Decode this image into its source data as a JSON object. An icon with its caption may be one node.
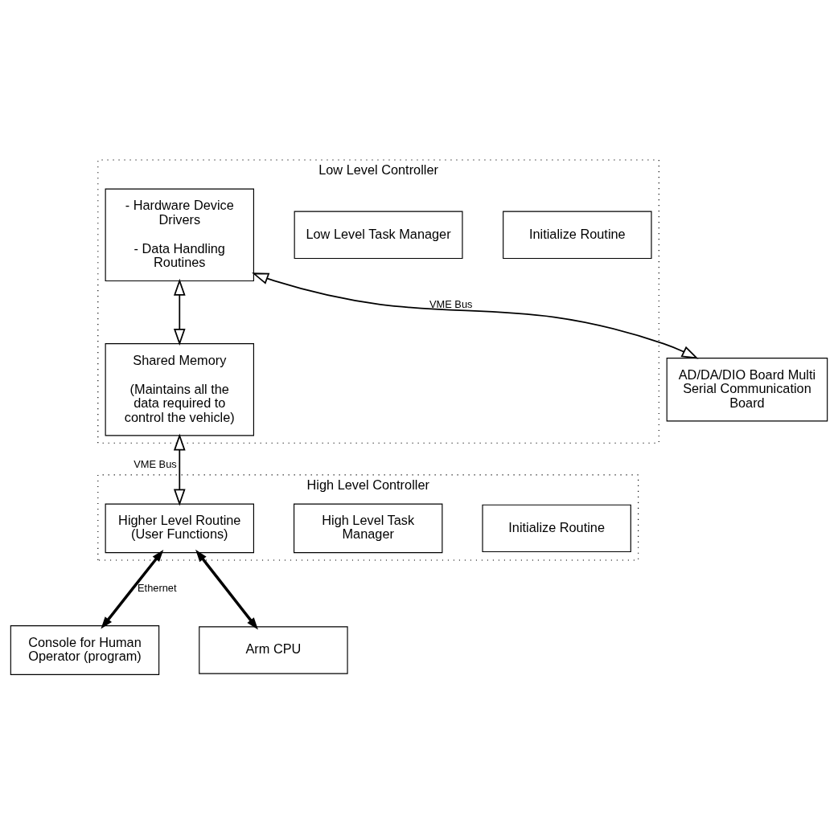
{
  "diagram": {
    "nodes": [
      {
        "text": [
          "Low Level Controller"
        ]
      },
      {
        "text": [
          "Initialize Routine"
        ],
        "in": 0
      },
      {
        "text": [
          "Low Level Task Manager"
        ],
        "in": 0
      },
      {
        "text": [
          "- Hardware Device Drivers",
          "- Data Handling Routines"
        ],
        "in": 0
      },
      {
        "text": [
          "Shared Memory",
          "(Maintains all the data required to control the vehicle)"
        ],
        "in": 0
      },
      {
        "text": [
          "High Level Controller"
        ]
      },
      {
        "text": [
          "Initialize Routine"
        ],
        "in": 5
      },
      {
        "text": [
          "High Level Task Manager"
        ],
        "in": 5
      },
      {
        "text": [
          "Higher Level Routine (User Functions)"
        ],
        "in": 5
      },
      {
        "text": [
          "AD/DA/DIO Board Multi Serial Communication Board"
        ]
      },
      {
        "text": [
          "Console for Human Operator (program)"
        ]
      },
      {
        "text": [
          "Arm CPU"
        ]
      }
    ],
    "edges": [
      {
        "from": 3,
        "to": 4,
        "arrow": "both"
      },
      {
        "from": 4,
        "to": 8,
        "arrow": "both",
        "label": "VME Bus"
      },
      {
        "from": 3,
        "to": 9,
        "arrow": "both",
        "label": "VME Bus"
      },
      {
        "from": 8,
        "to": 10,
        "arrow": "both",
        "label": "Ethernet",
        "style": "thick"
      },
      {
        "from": 8,
        "to": 11,
        "arrow": "both",
        "style": "thick"
      }
    ]
  }
}
